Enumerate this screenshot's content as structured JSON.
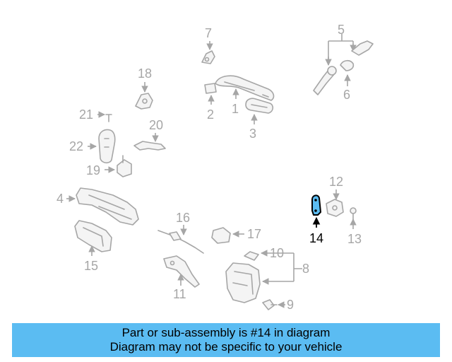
{
  "diagram": {
    "highlight_color": "#000000",
    "part_color": "#a6a6a6",
    "callouts": {
      "c1": "1",
      "c2": "2",
      "c3": "3",
      "c4": "4",
      "c5": "5",
      "c6": "6",
      "c7": "7",
      "c8": "8",
      "c9": "9",
      "c10": "10",
      "c11": "11",
      "c12": "12",
      "c13": "13",
      "c14": "14",
      "c15": "15",
      "c16": "16",
      "c17": "17",
      "c18": "18",
      "c19": "19",
      "c20": "20",
      "c21": "21",
      "c22": "22"
    }
  },
  "caption": {
    "background": "#5bbcf2",
    "line1": "Part or sub-assembly is #14 in diagram",
    "line2": "Diagram may not be specific to your vehicle"
  }
}
